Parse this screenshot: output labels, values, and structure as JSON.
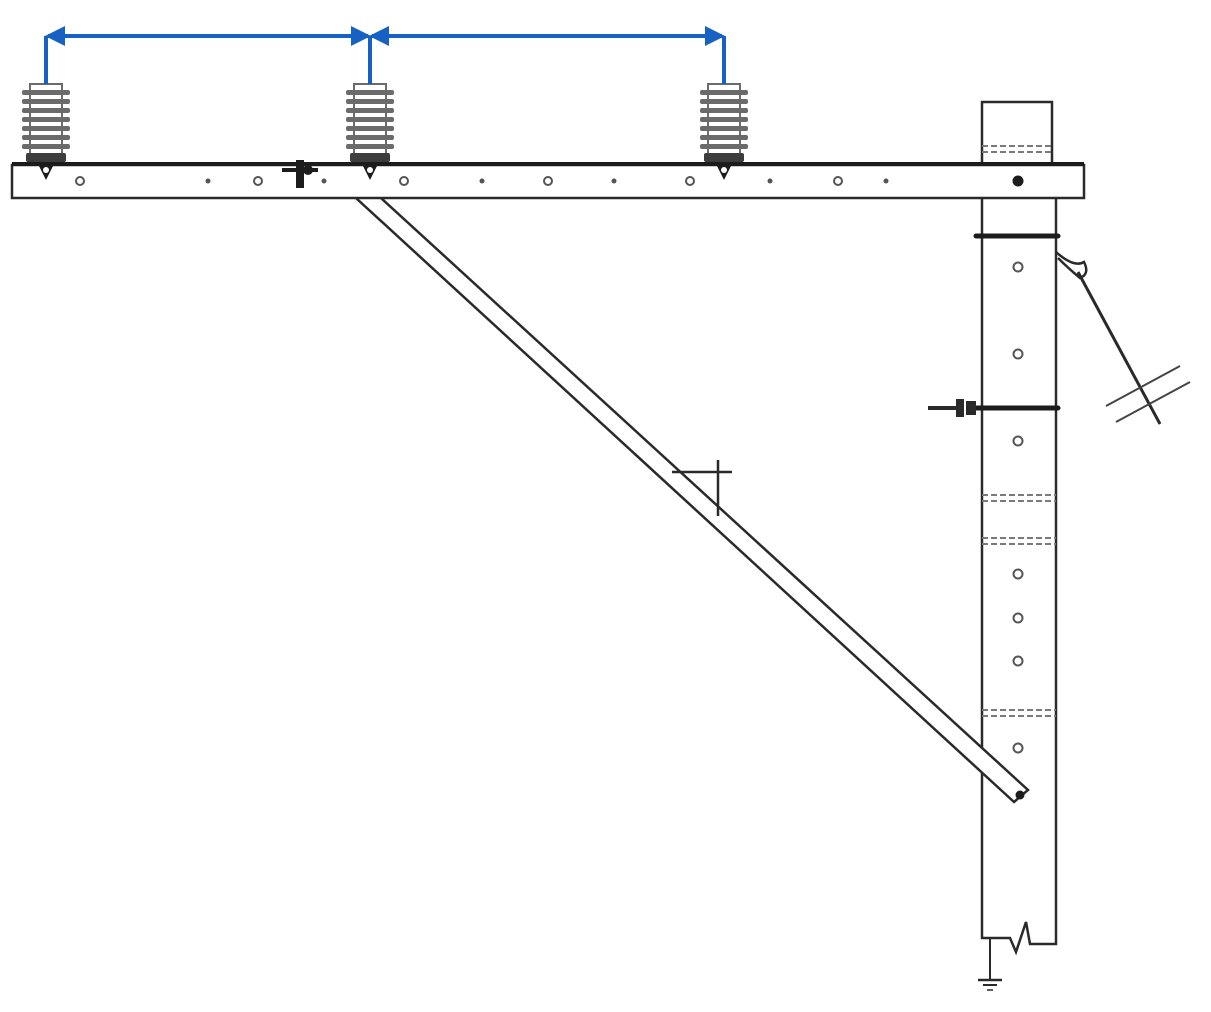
{
  "colors": {
    "dimension": "#1760c4",
    "structure": "#2a2a2a",
    "insulator": "#6b6b6b",
    "background": "#ffffff"
  },
  "insulators": [
    {
      "id": "left"
    },
    {
      "id": "center"
    },
    {
      "id": "right"
    }
  ],
  "dimensions": [
    {
      "id": "span-left-to-center"
    },
    {
      "id": "span-center-to-right"
    }
  ]
}
